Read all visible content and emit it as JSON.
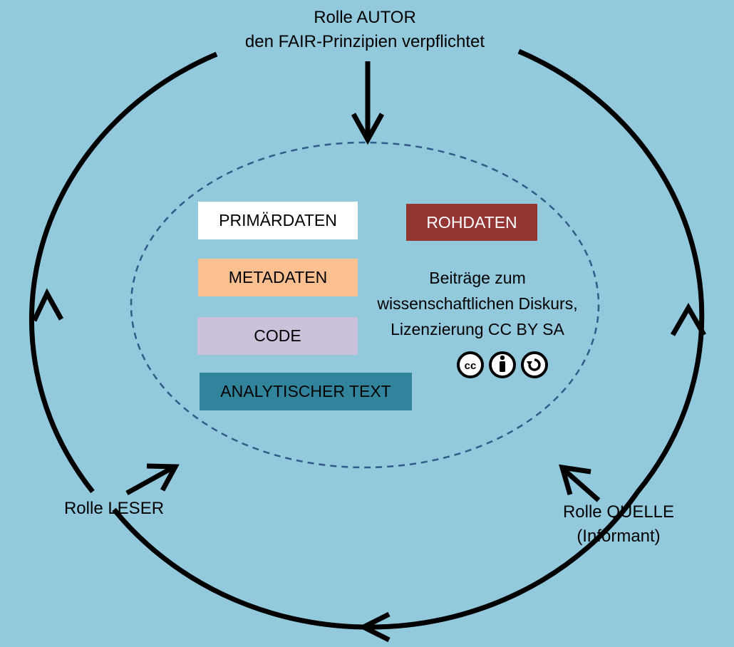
{
  "roles": {
    "author": {
      "line1": "Rolle AUTOR",
      "line2": "den FAIR-Prinzipien verpflichtet"
    },
    "reader": {
      "label": "Rolle LESER"
    },
    "source": {
      "line1": "Rolle QUELLE",
      "line2": "(Informant)"
    }
  },
  "boxes": {
    "primary": {
      "label": "PRIMÄRDATEN",
      "color": "#ffffff"
    },
    "raw": {
      "label": "ROHDATEN",
      "color": "#943634",
      "text_color": "#ffffff"
    },
    "meta": {
      "label": "METADATEN",
      "color": "#fac090"
    },
    "code": {
      "label": "CODE",
      "color": "#ccc1da"
    },
    "analytic": {
      "label": "ANALYTISCHER TEXT",
      "color": "#31849b"
    }
  },
  "contribution": {
    "line1": "Beiträge zum",
    "line2": "wissenschaftlichen Diskurs,",
    "line3": "Lizenzierung CC BY SA"
  },
  "license_icons": [
    "cc-icon",
    "by-attribution-icon",
    "share-alike-icon"
  ],
  "colors": {
    "background": "#92c9dc",
    "cycle_stroke": "#000000",
    "dashed_ellipse": "#2f5d8a"
  }
}
